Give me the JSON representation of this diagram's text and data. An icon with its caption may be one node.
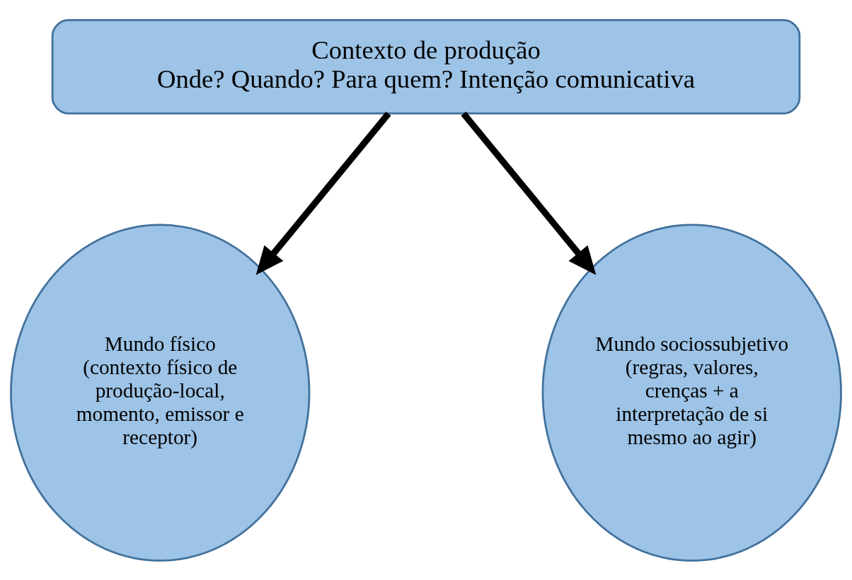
{
  "diagram": {
    "nodes": [
      {
        "text": [
          "Contexto de produção",
          "Onde? Quando? Para quem? Intenção comunicativa"
        ]
      },
      {
        "text": [
          "Mundo físico",
          "(contexto físico de produção-local, momento, emissor e receptor)"
        ]
      },
      {
        "text": [
          "Mundo sociossubjetivo",
          "(regras, valores, crenças + a interpretação de si mesmo ao agir)"
        ]
      }
    ],
    "edges": [
      {
        "from": 0,
        "to": 1,
        "arrow": "to"
      },
      {
        "from": 0,
        "to": 2,
        "arrow": "to"
      }
    ]
  }
}
